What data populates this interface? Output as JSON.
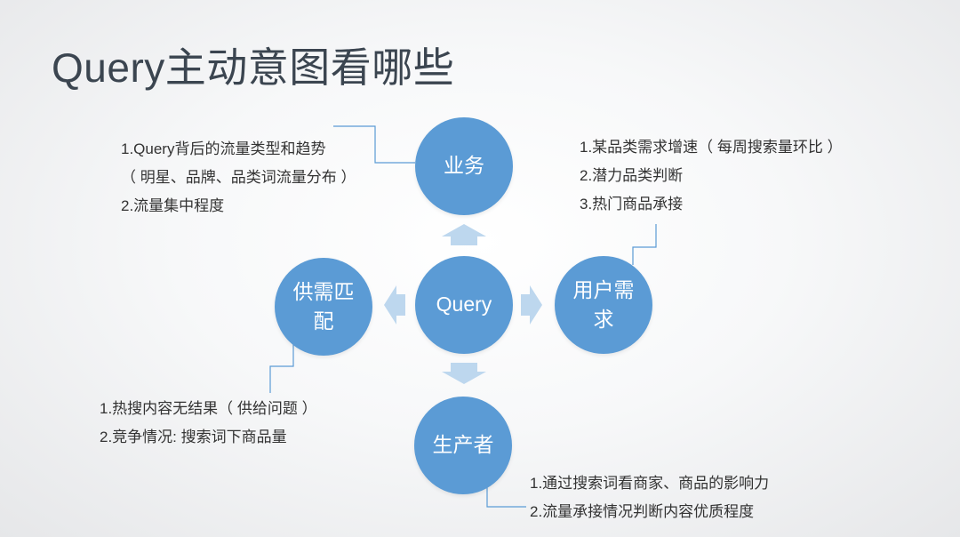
{
  "title": "Query主动意图看哪些",
  "nodes": {
    "center": "Query",
    "top": "业务",
    "right_line1": "用户需",
    "right_line2": "求",
    "left_line1": "供需匹",
    "left_line2": "配",
    "bottom": "生产者"
  },
  "notes": {
    "business": [
      "1.Query背后的流量类型和趋势",
      "（ 明星、品牌、品类词流量分布 ）",
      "2.流量集中程度"
    ],
    "user_needs": [
      "1.某品类需求增速（ 每周搜索量环比 ）",
      "2.潜力品类判断",
      "3.热门商品承接"
    ],
    "supply_demand": [
      "1.热搜内容无结果（ 供给问题 ）",
      "2.竞争情况: 搜索词下商品量"
    ],
    "producer": [
      "1.通过搜索词看商家、商品的影响力",
      "2.流量承接情况判断内容优质程度"
    ]
  },
  "colors": {
    "node": "#5b9bd5",
    "arrow": "#bdd7ee",
    "connector": "#5b9bd5"
  }
}
